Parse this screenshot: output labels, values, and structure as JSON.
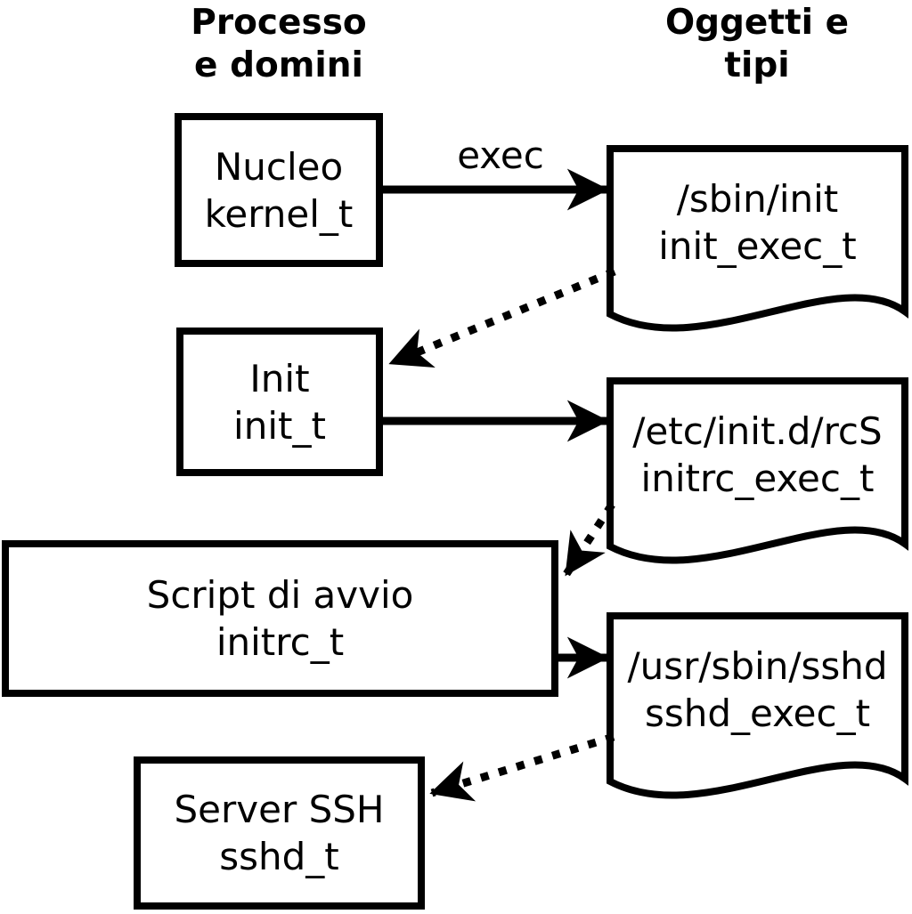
{
  "headers": {
    "left": "Processo\ne domini",
    "right": "Oggetti e\ntipi"
  },
  "process_boxes": [
    {
      "name": "Nucleo",
      "type": "kernel_t"
    },
    {
      "name": "Init",
      "type": "init_t"
    },
    {
      "name": "Script di avvio",
      "type": "initrc_t"
    },
    {
      "name": "Server SSH",
      "type": "sshd_t"
    }
  ],
  "document_nodes": [
    {
      "path": "/sbin/init",
      "type": "init_exec_t"
    },
    {
      "path": "/etc/init.d/rcS",
      "type": "initrc_exec_t"
    },
    {
      "path": "/usr/sbin/sshd",
      "type": "sshd_exec_t"
    }
  ],
  "edge_labels": {
    "exec": "exec"
  },
  "colors": {
    "line": "#000000",
    "text": "#000000",
    "background": "#ffffff"
  }
}
